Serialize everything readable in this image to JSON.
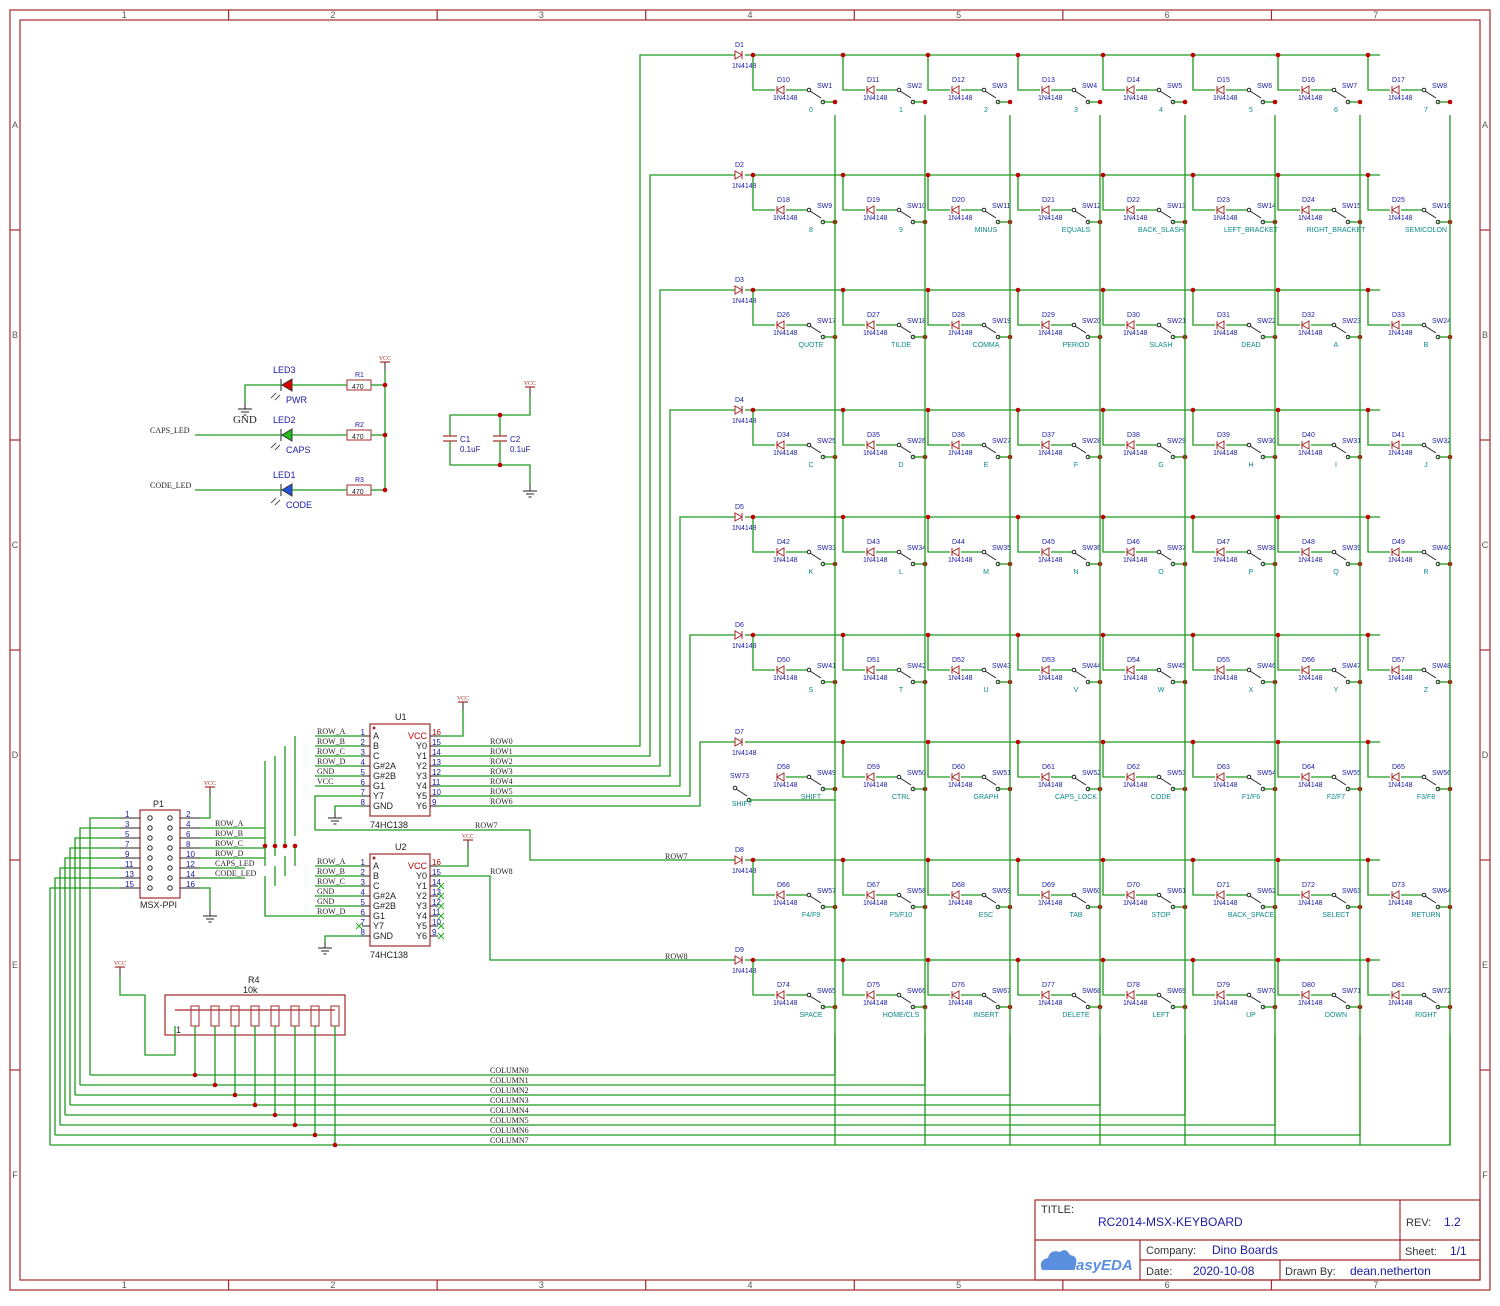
{
  "title_block": {
    "title_label": "TITLE:",
    "title": "RC2014-MSX-KEYBOARD",
    "rev_label": "REV:",
    "rev": "1.2",
    "company_label": "Company:",
    "company": "Dino Boards",
    "sheet_label": "Sheet:",
    "sheet": "1/1",
    "date_label": "Date:",
    "date": "2020-10-08",
    "drawn_label": "Drawn By:",
    "drawn_by": "dean.netherton",
    "logo": "EasyEDA"
  },
  "border": {
    "columns": [
      "1",
      "2",
      "3",
      "4",
      "5",
      "6",
      "7"
    ],
    "rows": [
      "A",
      "B",
      "C",
      "D",
      "E",
      "F"
    ]
  },
  "power": {
    "vcc": "VCC",
    "gnd": "GND"
  },
  "leds": [
    {
      "ref": "LED3",
      "label": "PWR",
      "resistor": "R1",
      "value": "470",
      "color": "#e00000",
      "net": ""
    },
    {
      "ref": "LED2",
      "label": "CAPS",
      "resistor": "R2",
      "value": "470",
      "color": "#22bb22",
      "net": "CAPS_LED"
    },
    {
      "ref": "LED1",
      "label": "CODE",
      "resistor": "R3",
      "value": "470",
      "color": "#2255dd",
      "net": "CODE_LED"
    }
  ],
  "caps": [
    {
      "ref": "C1",
      "value": "0.1uF"
    },
    {
      "ref": "C2",
      "value": "0.1uF"
    }
  ],
  "u1": {
    "ref": "U1",
    "part": "74HC138",
    "left_pins": [
      [
        "1",
        "A"
      ],
      [
        "2",
        "B"
      ],
      [
        "3",
        "C"
      ],
      [
        "4",
        "G#2A"
      ],
      [
        "5",
        "G#2B"
      ],
      [
        "6",
        "G1"
      ],
      [
        "7",
        "Y7"
      ],
      [
        "8",
        "GND"
      ]
    ],
    "right_pins": [
      [
        "16",
        "VCC"
      ],
      [
        "15",
        "Y0"
      ],
      [
        "14",
        "Y1"
      ],
      [
        "13",
        "Y2"
      ],
      [
        "12",
        "Y3"
      ],
      [
        "11",
        "Y4"
      ],
      [
        "10",
        "Y5"
      ],
      [
        "9",
        "Y6"
      ]
    ],
    "left_nets": [
      "ROW_A",
      "ROW_B",
      "ROW_C",
      "ROW_D",
      "GND",
      "VCC"
    ],
    "right_nets": [
      "ROW0",
      "ROW1",
      "ROW2",
      "ROW3",
      "ROW4",
      "ROW5",
      "ROW6"
    ]
  },
  "u2": {
    "ref": "U2",
    "part": "74HC138",
    "left_pins": [
      [
        "1",
        "A"
      ],
      [
        "2",
        "B"
      ],
      [
        "3",
        "C"
      ],
      [
        "4",
        "G#2A"
      ],
      [
        "5",
        "G#2B"
      ],
      [
        "6",
        "G1"
      ],
      [
        "7",
        "Y7"
      ],
      [
        "8",
        "GND"
      ]
    ],
    "right_pins": [
      [
        "16",
        "VCC"
      ],
      [
        "15",
        "Y0"
      ],
      [
        "14",
        "Y1"
      ],
      [
        "13",
        "Y2"
      ],
      [
        "12",
        "Y3"
      ],
      [
        "11",
        "Y4"
      ],
      [
        "10",
        "Y5"
      ],
      [
        "9",
        "Y6"
      ]
    ],
    "left_nets": [
      "ROW_A",
      "ROW_B",
      "ROW_C",
      "GND",
      "GND",
      "ROW_D"
    ],
    "right_nets": [
      "ROW8"
    ]
  },
  "row7_net": "ROW7",
  "connector": {
    "ref": "P1",
    "part": "MSX-PPI",
    "odd": [
      "1",
      "3",
      "5",
      "7",
      "9",
      "11",
      "13",
      "15"
    ],
    "even": [
      "2",
      "4",
      "6",
      "8",
      "10",
      "12",
      "14",
      "16"
    ],
    "nets": [
      "ROW_A",
      "ROW_B",
      "ROW_C",
      "ROW_D",
      "CAPS_LED",
      "CODE_LED"
    ]
  },
  "rnet": {
    "ref": "R4",
    "value": "10k",
    "pin": "1"
  },
  "columns": [
    "COLUMN0",
    "COLUMN1",
    "COLUMN2",
    "COLUMN3",
    "COLUMN4",
    "COLUMN5",
    "COLUMN6",
    "COLUMN7"
  ],
  "diode_part": "1N4148",
  "row_diodes": [
    "D1",
    "D2",
    "D3",
    "D4",
    "D5",
    "D6",
    "D7",
    "D8",
    "D9"
  ],
  "row_nets": [
    "",
    "",
    "",
    "",
    "",
    "",
    "",
    "ROW7",
    "ROW8"
  ],
  "matrix": [
    [
      [
        "D10",
        "SW1",
        "0"
      ],
      [
        "D11",
        "SW2",
        "1"
      ],
      [
        "D12",
        "SW3",
        "2"
      ],
      [
        "D13",
        "SW4",
        "3"
      ],
      [
        "D14",
        "SW5",
        "4"
      ],
      [
        "D15",
        "SW6",
        "5"
      ],
      [
        "D16",
        "SW7",
        "6"
      ],
      [
        "D17",
        "SW8",
        "7"
      ]
    ],
    [
      [
        "D18",
        "SW9",
        "8"
      ],
      [
        "D19",
        "SW10",
        "9"
      ],
      [
        "D20",
        "SW11",
        "MINUS"
      ],
      [
        "D21",
        "SW12",
        "EQUALS"
      ],
      [
        "D22",
        "SW13",
        "BACK_SLASH"
      ],
      [
        "D23",
        "SW14",
        "LEFT_BRACKET"
      ],
      [
        "D24",
        "SW15",
        "RIGHT_BRACKET"
      ],
      [
        "D25",
        "SW16",
        "SEMICOLON"
      ]
    ],
    [
      [
        "D26",
        "SW17",
        "QUOTE"
      ],
      [
        "D27",
        "SW18",
        "TILDE"
      ],
      [
        "D28",
        "SW19",
        "COMMA"
      ],
      [
        "D29",
        "SW20",
        "PERIOD"
      ],
      [
        "D30",
        "SW21",
        "SLASH"
      ],
      [
        "D31",
        "SW22",
        "DEAD"
      ],
      [
        "D32",
        "SW23",
        "A"
      ],
      [
        "D33",
        "SW24",
        "B"
      ]
    ],
    [
      [
        "D34",
        "SW25",
        "C"
      ],
      [
        "D35",
        "SW26",
        "D"
      ],
      [
        "D36",
        "SW27",
        "E"
      ],
      [
        "D37",
        "SW28",
        "F"
      ],
      [
        "D38",
        "SW29",
        "G"
      ],
      [
        "D39",
        "SW30",
        "H"
      ],
      [
        "D40",
        "SW31",
        "I"
      ],
      [
        "D41",
        "SW32",
        "J"
      ]
    ],
    [
      [
        "D42",
        "SW33",
        "K"
      ],
      [
        "D43",
        "SW34",
        "L"
      ],
      [
        "D44",
        "SW35",
        "M"
      ],
      [
        "D45",
        "SW36",
        "N"
      ],
      [
        "D46",
        "SW37",
        "O"
      ],
      [
        "D47",
        "SW38",
        "P"
      ],
      [
        "D48",
        "SW39",
        "Q"
      ],
      [
        "D49",
        "SW40",
        "R"
      ]
    ],
    [
      [
        "D50",
        "SW41",
        "S"
      ],
      [
        "D51",
        "SW42",
        "T"
      ],
      [
        "D52",
        "SW43",
        "U"
      ],
      [
        "D53",
        "SW44",
        "V"
      ],
      [
        "D54",
        "SW45",
        "W"
      ],
      [
        "D55",
        "SW46",
        "X"
      ],
      [
        "D56",
        "SW47",
        "Y"
      ],
      [
        "D57",
        "SW48",
        "Z"
      ]
    ],
    [
      [
        "D58",
        "SW49",
        "SHIFT"
      ],
      [
        "D59",
        "SW50",
        "CTRL"
      ],
      [
        "D60",
        "SW51",
        "GRAPH"
      ],
      [
        "D61",
        "SW52",
        "CAPS_LOCK"
      ],
      [
        "D62",
        "SW53",
        "CODE"
      ],
      [
        "D63",
        "SW54",
        "F1/F6"
      ],
      [
        "D64",
        "SW55",
        "F2/F7"
      ],
      [
        "D65",
        "SW56",
        "F3/F8"
      ]
    ],
    [
      [
        "D66",
        "SW57",
        "F4/F9"
      ],
      [
        "D67",
        "SW58",
        "F5/F10"
      ],
      [
        "D68",
        "SW59",
        "ESC"
      ],
      [
        "D69",
        "SW60",
        "TAB"
      ],
      [
        "D70",
        "SW61",
        "STOP"
      ],
      [
        "D71",
        "SW62",
        "BACK_SPACE"
      ],
      [
        "D72",
        "SW63",
        "SELECT"
      ],
      [
        "D73",
        "SW64",
        "RETURN"
      ]
    ],
    [
      [
        "D74",
        "SW65",
        "SPACE"
      ],
      [
        "D75",
        "SW66",
        "HOME/CLS"
      ],
      [
        "D76",
        "SW67",
        "INSERT"
      ],
      [
        "D77",
        "SW68",
        "DELETE"
      ],
      [
        "D78",
        "SW69",
        "LEFT"
      ],
      [
        "D79",
        "SW70",
        "UP"
      ],
      [
        "D80",
        "SW71",
        "DOWN"
      ],
      [
        "D81",
        "SW72",
        "RIGHT"
      ]
    ]
  ],
  "extra_switch": {
    "ref": "SW73",
    "key": "SHIFT"
  }
}
